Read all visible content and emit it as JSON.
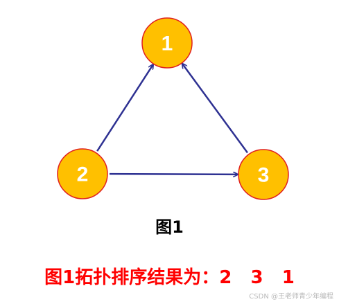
{
  "diagram": {
    "nodes": [
      {
        "id": "1",
        "label": "1"
      },
      {
        "id": "2",
        "label": "2"
      },
      {
        "id": "3",
        "label": "3"
      }
    ],
    "edges": [
      {
        "from": "2",
        "to": "1"
      },
      {
        "from": "2",
        "to": "3"
      },
      {
        "from": "3",
        "to": "1"
      }
    ],
    "colors": {
      "node_fill": "#FFC000",
      "node_stroke": "#E02020",
      "edge": "#2E3192",
      "label": "#FFFFFF",
      "result": "#FF0000"
    }
  },
  "caption": "图1",
  "result": {
    "text": "图1拓扑排序结果为：",
    "order": [
      "2",
      "3",
      "1"
    ]
  },
  "watermark": "CSDN @王老师青少年编程"
}
